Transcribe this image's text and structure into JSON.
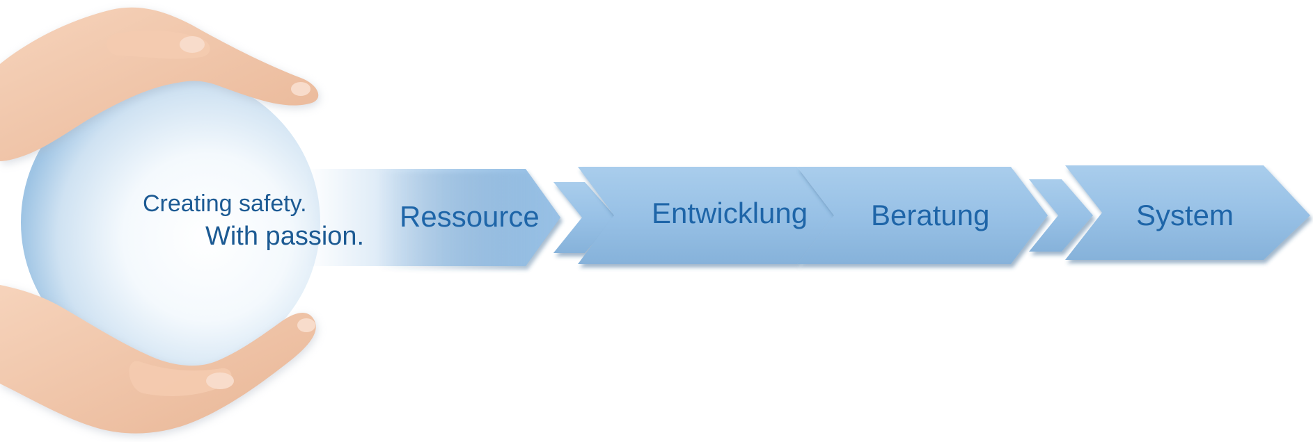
{
  "slogan": {
    "line1": "Creating safety.",
    "line2": "With passion."
  },
  "process_steps": [
    {
      "label": "Ressource"
    },
    {
      "label": "Entwicklung"
    },
    {
      "label": "Beratung"
    },
    {
      "label": "System"
    }
  ],
  "colors": {
    "chevron_fill": "#98c1e6",
    "chevron_edge": "#2f6ea8",
    "text_blue": "#1e65a8",
    "skin": "#f1c6a9"
  },
  "icons": [
    "hands-holding-sphere"
  ]
}
